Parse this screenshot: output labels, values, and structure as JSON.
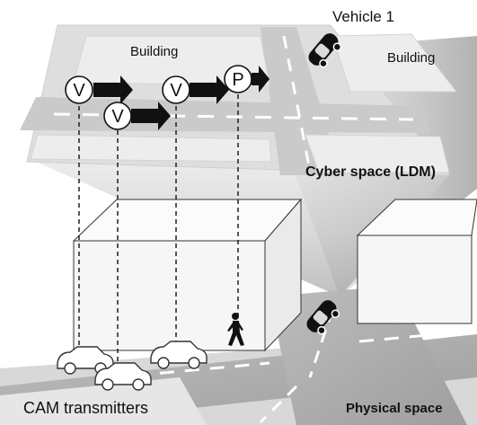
{
  "labels": {
    "vehicle": "Vehicle 1",
    "building_left": "Building",
    "building_right": "Building",
    "cyber": "Cyber space (LDM)",
    "physical": "Physical space",
    "cam": "CAM transmitters"
  },
  "ldm_objects": [
    {
      "id": "v1",
      "letter": "V",
      "kind": "vehicle"
    },
    {
      "id": "v2",
      "letter": "V",
      "kind": "vehicle"
    },
    {
      "id": "v3",
      "letter": "V",
      "kind": "vehicle"
    },
    {
      "id": "p1",
      "letter": "P",
      "kind": "pedestrian"
    }
  ],
  "colors": {
    "plane_fill": "#e6e6e6",
    "block_fill": "#f2f2f2",
    "road_dash": "#ffffff",
    "arrow": "#111111",
    "beam_dark": "#9a9a9a"
  }
}
